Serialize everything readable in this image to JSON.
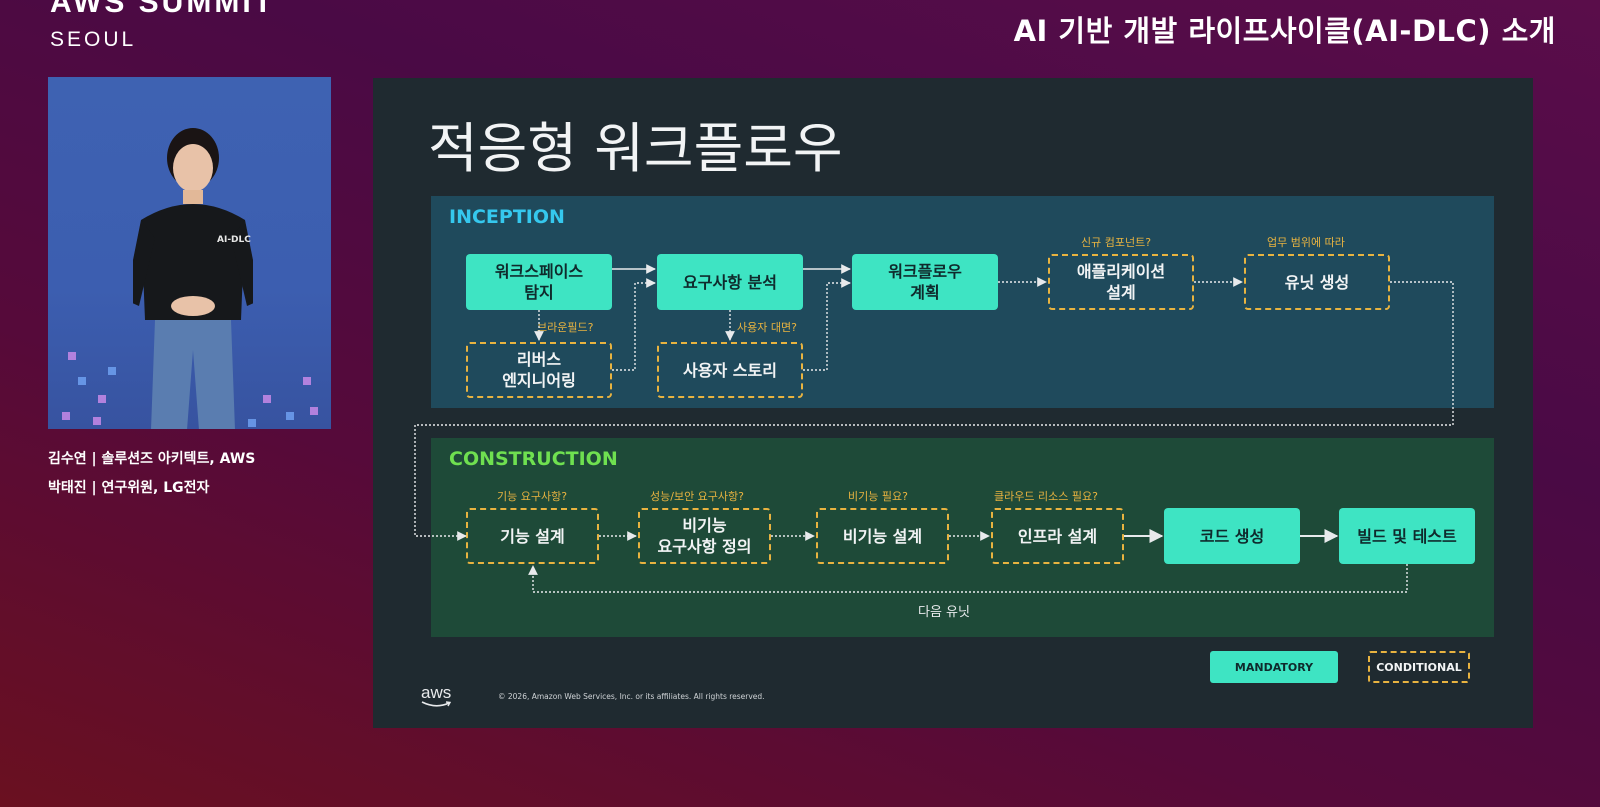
{
  "header": {
    "brand_line1": "AWS SUMMIT",
    "brand_line2": "SEOUL",
    "talk_title": "AI 기반 개발 라이프사이클(AI-DLC) 소개"
  },
  "speakers": [
    "김수연 | 솔루션즈 아키텍트, AWS",
    "박태진 | 연구위원, LG전자"
  ],
  "slide": {
    "title": "적응형 워크플로우",
    "inception": {
      "label": "INCEPTION",
      "boxes": {
        "workspace": "워크스페이스\n탐지",
        "requirements": "요구사항 분석",
        "workflow_plan": "워크플로우\n계획",
        "app_design": "애플리케이션\n설계",
        "unit_gen": "유닛 생성",
        "reverse_eng": "리버스\n엔지니어링",
        "user_story": "사용자 스토리"
      },
      "notes": {
        "brownfield": "브라운필드?",
        "user_facing": "사용자 대면?",
        "new_component": "신규 컴포넌트?",
        "by_scope": "업무 범위에 따라"
      }
    },
    "construction": {
      "label": "CONSTRUCTION",
      "boxes": {
        "func_design": "기능 설계",
        "nfr_def": "비기능\n요구사항 정의",
        "nfr_design": "비기능 설계",
        "infra_design": "인프라 설계",
        "code_gen": "코드 생성",
        "build_test": "빌드 및 테스트"
      },
      "notes": {
        "func_req": "기능 요구사항?",
        "perf_sec": "성능/보안 요구사항?",
        "nfr_needed": "비기능 필요?",
        "cloud_needed": "클라우드 리소스 필요?"
      },
      "next_unit": "다음 유닛"
    },
    "legend": {
      "mandatory": "MANDATORY",
      "conditional": "CONDITIONAL"
    },
    "footer": {
      "logo": "aws",
      "copyright": "© 2026, Amazon Web Services, Inc. or its affiliates. All rights reserved."
    }
  },
  "colors": {
    "mandatory": "#3ee4c3",
    "conditional": "#e8b340",
    "inception_label": "#35c8ee",
    "construction_label": "#6fe050"
  }
}
